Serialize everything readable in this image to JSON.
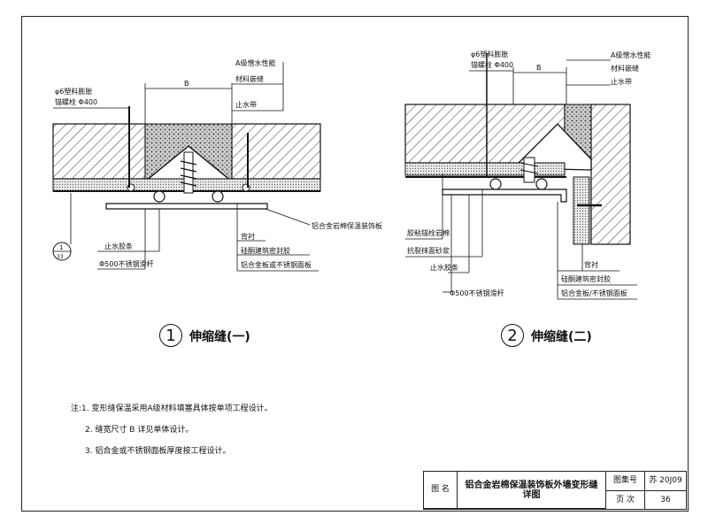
{
  "detail1": {
    "dim_label": "B",
    "labels": {
      "strip": "φ6塑料膨胀",
      "bolt": "锚螺栓 Φ400",
      "a_class": "A级憎水性能",
      "filler": "材料嵌缝",
      "waterstop": "止水带",
      "facing": "铝合金岩棉保温装饰板",
      "backer": "背衬",
      "sealant": "硅酮建筑密封胶",
      "stop_strip": "止水胶条",
      "rod": "Φ500不锈钢滑杆",
      "panel": "铝合金板或不锈钢面板"
    },
    "ref_top": "1",
    "ref_bottom": "33",
    "caption_num": "1",
    "caption_text": "伸缩缝(一)"
  },
  "detail2": {
    "dim_label": "B",
    "labels": {
      "strip": "φ6塑料膨胀",
      "bolt": "锚螺栓 Φ400",
      "a_class": "A级憎水性能",
      "filler": "材料嵌缝",
      "waterstop": "止水带",
      "insulation": "胶粘锚栓岩棉",
      "mortar": "抗裂抹面砂浆",
      "stop_strip": "止水胶条",
      "rod": "Φ500不锈钢滑杆",
      "backer": "背衬",
      "sealant": "硅酮建筑密封胶",
      "panel": "铝合金板/不锈钢面板"
    },
    "caption_num": "2",
    "caption_text": "伸缩缝(二)"
  },
  "notes": {
    "n1": "注:1. 变形缝保温采用A级材料填塞具体按单项工程设计。",
    "n2": "2. 缝宽尺寸 B 详见单体设计。",
    "n3": "3. 铝合金或不锈钢面板厚度按工程设计。"
  },
  "title_block": {
    "name_label": "图 名",
    "title": "铝合金岩棉保温装饰板外墙变形缝详图",
    "atlas_label": "图集号",
    "atlas_value": "苏 20J09",
    "page_label": "页 次",
    "page_value": "36"
  }
}
